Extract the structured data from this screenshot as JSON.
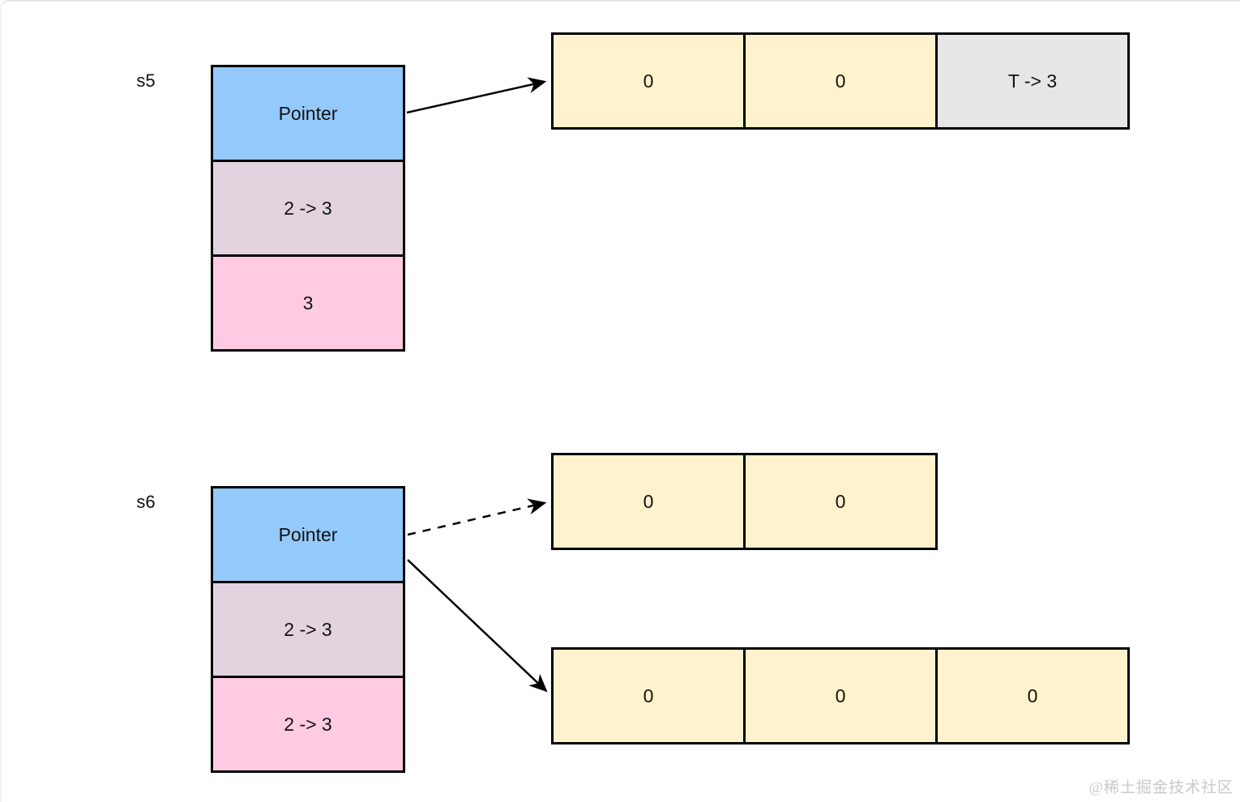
{
  "colors": {
    "pointer_blue": "#94CAFB",
    "length_mauve": "#E2D3DF",
    "capacity_pink": "#FFCBE2",
    "array_yellow": "#FFF2CC",
    "array_gray": "#E6E6E6",
    "border_black": "#000000",
    "watermark_gray": "#C9C9C9"
  },
  "s5": {
    "label": "s5",
    "stack": [
      {
        "text": "Pointer",
        "color": "#94CAFB"
      },
      {
        "text": "2 -> 3",
        "color": "#E2D3DF"
      },
      {
        "text": "3",
        "color": "#FFCBE2"
      }
    ],
    "array": [
      {
        "text": "0",
        "color": "#FFF2CC"
      },
      {
        "text": "0",
        "color": "#FFF2CC"
      },
      {
        "text": "T -> 3",
        "color": "#E6E6E6"
      }
    ]
  },
  "s6": {
    "label": "s6",
    "stack": [
      {
        "text": "Pointer",
        "color": "#94CAFB"
      },
      {
        "text": "2 -> 3",
        "color": "#E2D3DF"
      },
      {
        "text": "2 -> 3",
        "color": "#FFCBE2"
      }
    ],
    "old_array": [
      {
        "text": "0",
        "color": "#FFF2CC"
      },
      {
        "text": "0",
        "color": "#FFF2CC"
      }
    ],
    "new_array": [
      {
        "text": "0",
        "color": "#FFF2CC"
      },
      {
        "text": "0",
        "color": "#FFF2CC"
      },
      {
        "text": "0",
        "color": "#FFF2CC"
      }
    ]
  },
  "watermark": "@稀土掘金技术社区"
}
